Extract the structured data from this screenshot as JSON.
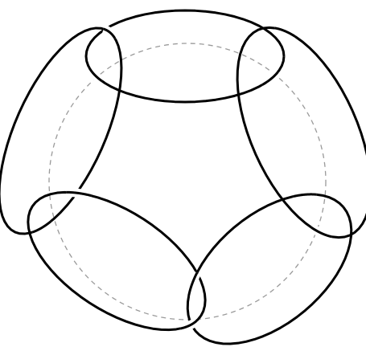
{
  "figure": {
    "description_free": true,
    "background_color": "#ffffff",
    "strand_color": "#000000",
    "guide_color": "#9a9a9a",
    "loop_count": 5,
    "guide_style": "dashed",
    "components": [
      {
        "id": "loop-1",
        "kind": "elliptical-loop"
      },
      {
        "id": "loop-2",
        "kind": "elliptical-loop"
      },
      {
        "id": "loop-3",
        "kind": "elliptical-loop"
      },
      {
        "id": "loop-4",
        "kind": "elliptical-loop"
      },
      {
        "id": "loop-5",
        "kind": "elliptical-loop"
      }
    ]
  }
}
